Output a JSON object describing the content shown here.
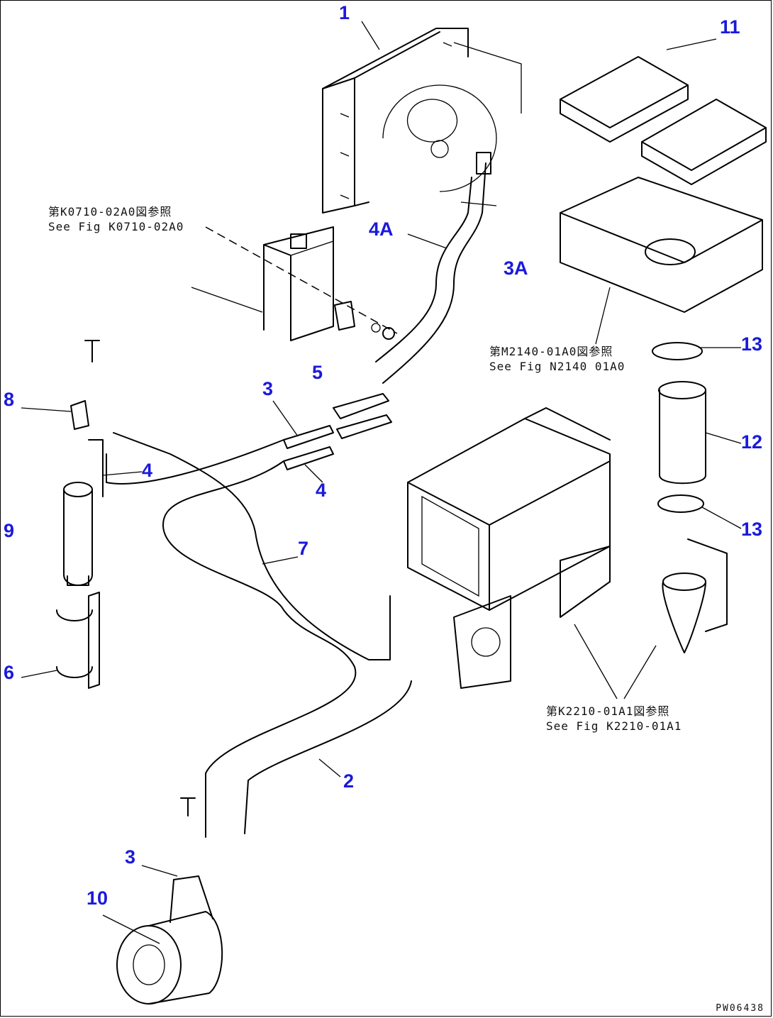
{
  "callouts": {
    "c1": "1",
    "c2": "2",
    "c3a": "3",
    "c3b": "3",
    "c3A": "3A",
    "c4a": "4",
    "c4b": "4",
    "c4A": "4A",
    "c5": "5",
    "c6": "6",
    "c7": "7",
    "c8": "8",
    "c9": "9",
    "c10": "10",
    "c11": "11",
    "c12": "12",
    "c13a": "13",
    "c13b": "13"
  },
  "references": {
    "ref1_jp": "第K0710-02A0図参照",
    "ref1_en": "See Fig K0710-02A0",
    "ref2_jp": "第M2140-01A0図参照",
    "ref2_en": "See Fig N2140 01A0",
    "ref3_jp": "第K2210-01A1図参照",
    "ref3_en": "See Fig K2210-01A1"
  },
  "drawing_code": "PW06438",
  "colors": {
    "callout": "#1a1adb",
    "line": "#000000"
  }
}
